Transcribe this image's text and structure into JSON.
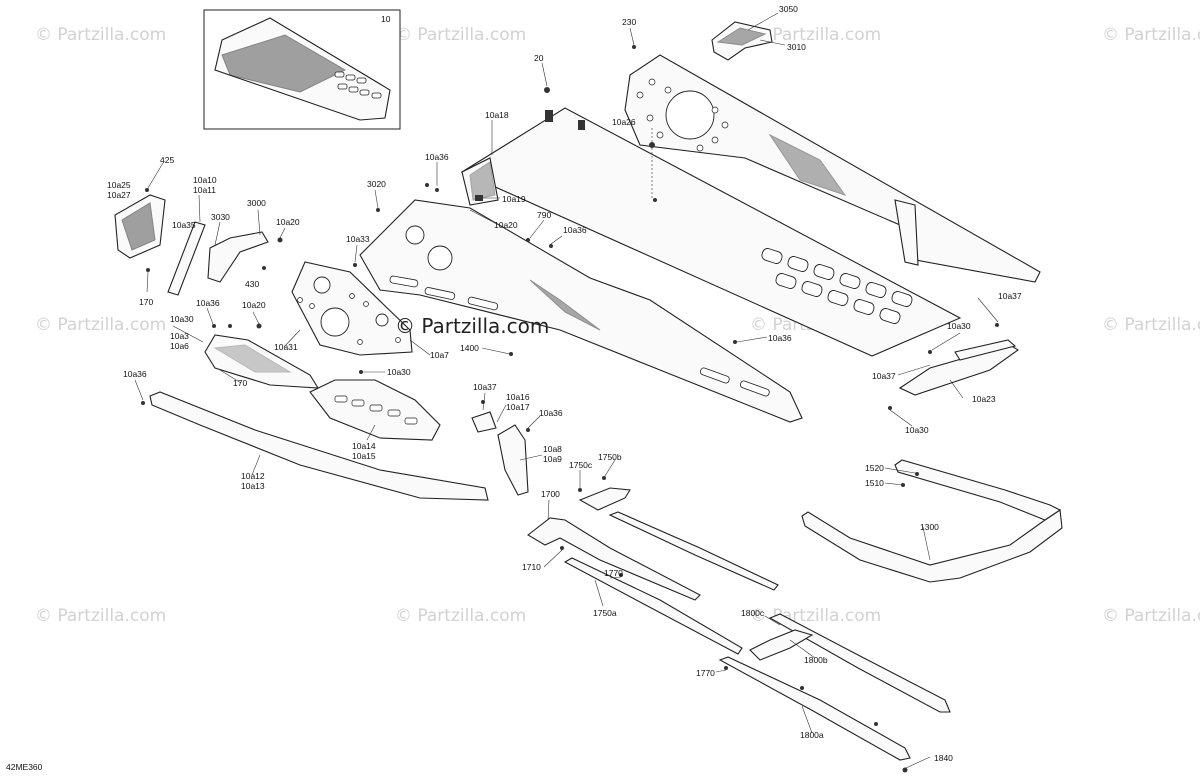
{
  "diagram": {
    "code": "42ME360",
    "inset_label": "10",
    "watermarks": {
      "text": "Partzilla.com",
      "center_text": "Partzilla.com",
      "symbol": "©"
    },
    "callouts": {
      "c3050": "3050",
      "c3010": "3010",
      "c230": "230",
      "c20": "20",
      "c10a18": "10a18",
      "c10a26": "10a26",
      "c10a36_a": "10a36",
      "c3020": "3020",
      "c10a19": "10a19",
      "c10a20_a": "10a20",
      "c790": "790",
      "c10a36_b": "10a36",
      "c425": "425",
      "c10a25": "10a25",
      "c10a27": "10a27",
      "c10a10": "10a10",
      "c10a11": "10a11",
      "c3000": "3000",
      "c3030": "3030",
      "c10a35": "10a35",
      "c10a20_b": "10a20",
      "c10a33": "10a33",
      "c430": "430",
      "c170_a": "170",
      "c10a36_c": "10a36",
      "c10a20_c": "10a20",
      "c10a30_a": "10a30",
      "c10a3": "10a3",
      "c10a6": "10a6",
      "c10a31": "10a31",
      "c10a7": "10a7",
      "c1400": "1400",
      "c10a36_d": "10a36",
      "c10a37_a": "10a37",
      "c10a30_b": "10a30",
      "c10a37_b": "10a37",
      "c10a23": "10a23",
      "c10a30_c": "10a30",
      "c10a36_e": "10a36",
      "c170_b": "170",
      "c10a30_d": "10a30",
      "c10a37_c": "10a37",
      "c10a16": "10a16",
      "c10a17": "10a17",
      "c10a36_f": "10a36",
      "c10a14": "10a14",
      "c10a15": "10a15",
      "c10a8": "10a8",
      "c10a9": "10a9",
      "c1750b": "1750b",
      "c1750c": "1750c",
      "c1700": "1700",
      "c10a12": "10a12",
      "c10a13": "10a13",
      "c1520": "1520",
      "c1510": "1510",
      "c1300": "1300",
      "c1710": "1710",
      "c1770_a": "1770",
      "c1750a": "1750a",
      "c1800c": "1800c",
      "c1800b": "1800b",
      "c1770_b": "1770",
      "c1800a": "1800a",
      "c1840": "1840"
    }
  }
}
